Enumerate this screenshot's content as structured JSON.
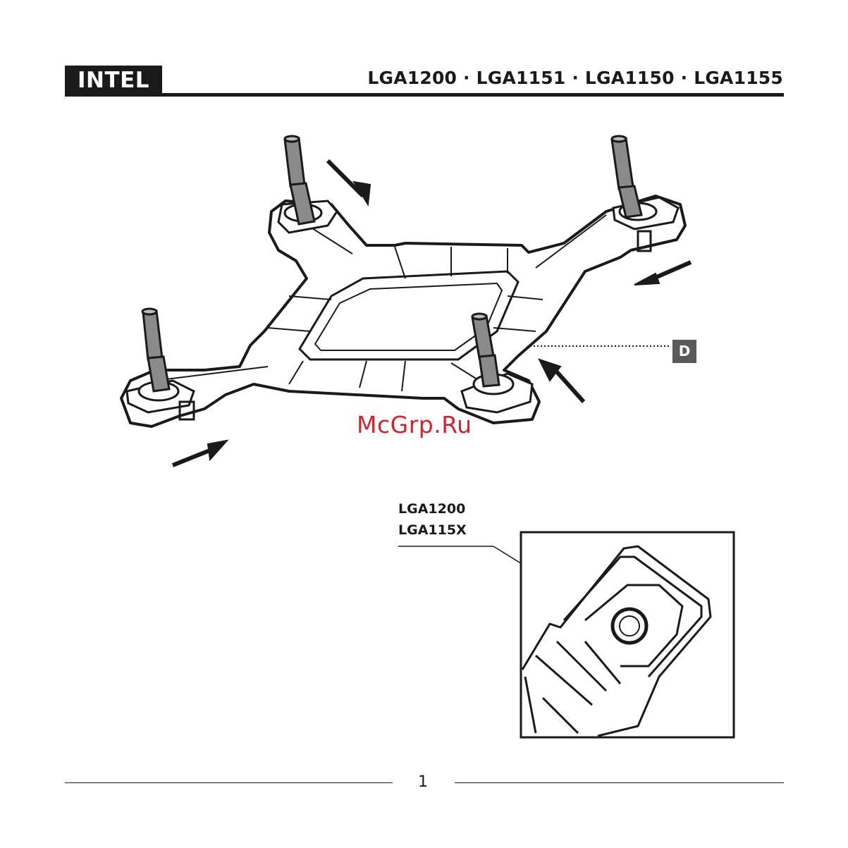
{
  "header": {
    "brand": "INTEL",
    "sockets": "LGA1200 · LGA1151 · LGA1150 · LGA1155"
  },
  "figure": {
    "callout_label": "D"
  },
  "watermark": "McGrp.Ru",
  "detail": {
    "label_line1": "LGA1200",
    "label_line2": "LGA115X"
  },
  "footer": {
    "page_number": "1"
  }
}
